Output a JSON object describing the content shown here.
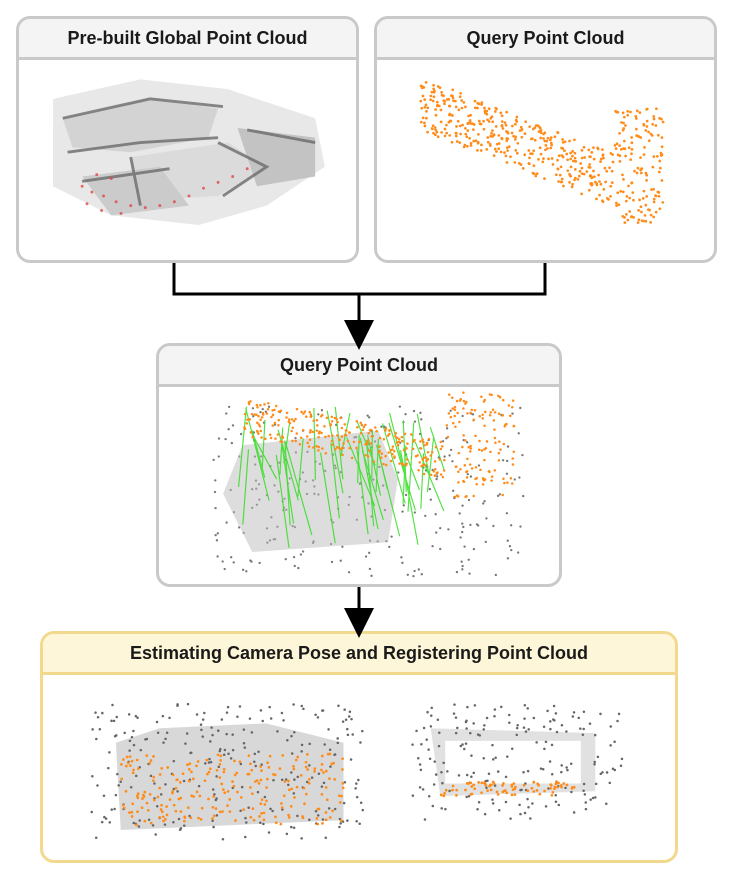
{
  "panels": {
    "global": {
      "title": "Pre-built Global Point Cloud"
    },
    "query": {
      "title": "Query Point Cloud"
    },
    "matching": {
      "title": "Query Point Cloud"
    },
    "result": {
      "title": "Estimating Camera Pose and Registering Point Cloud"
    }
  },
  "colors": {
    "query_points": "#ff8c1a",
    "match_lines": "#33dd22",
    "panel_border": "#c9c9c9",
    "result_border": "#f2d98e",
    "result_header": "#fdf6d8"
  }
}
